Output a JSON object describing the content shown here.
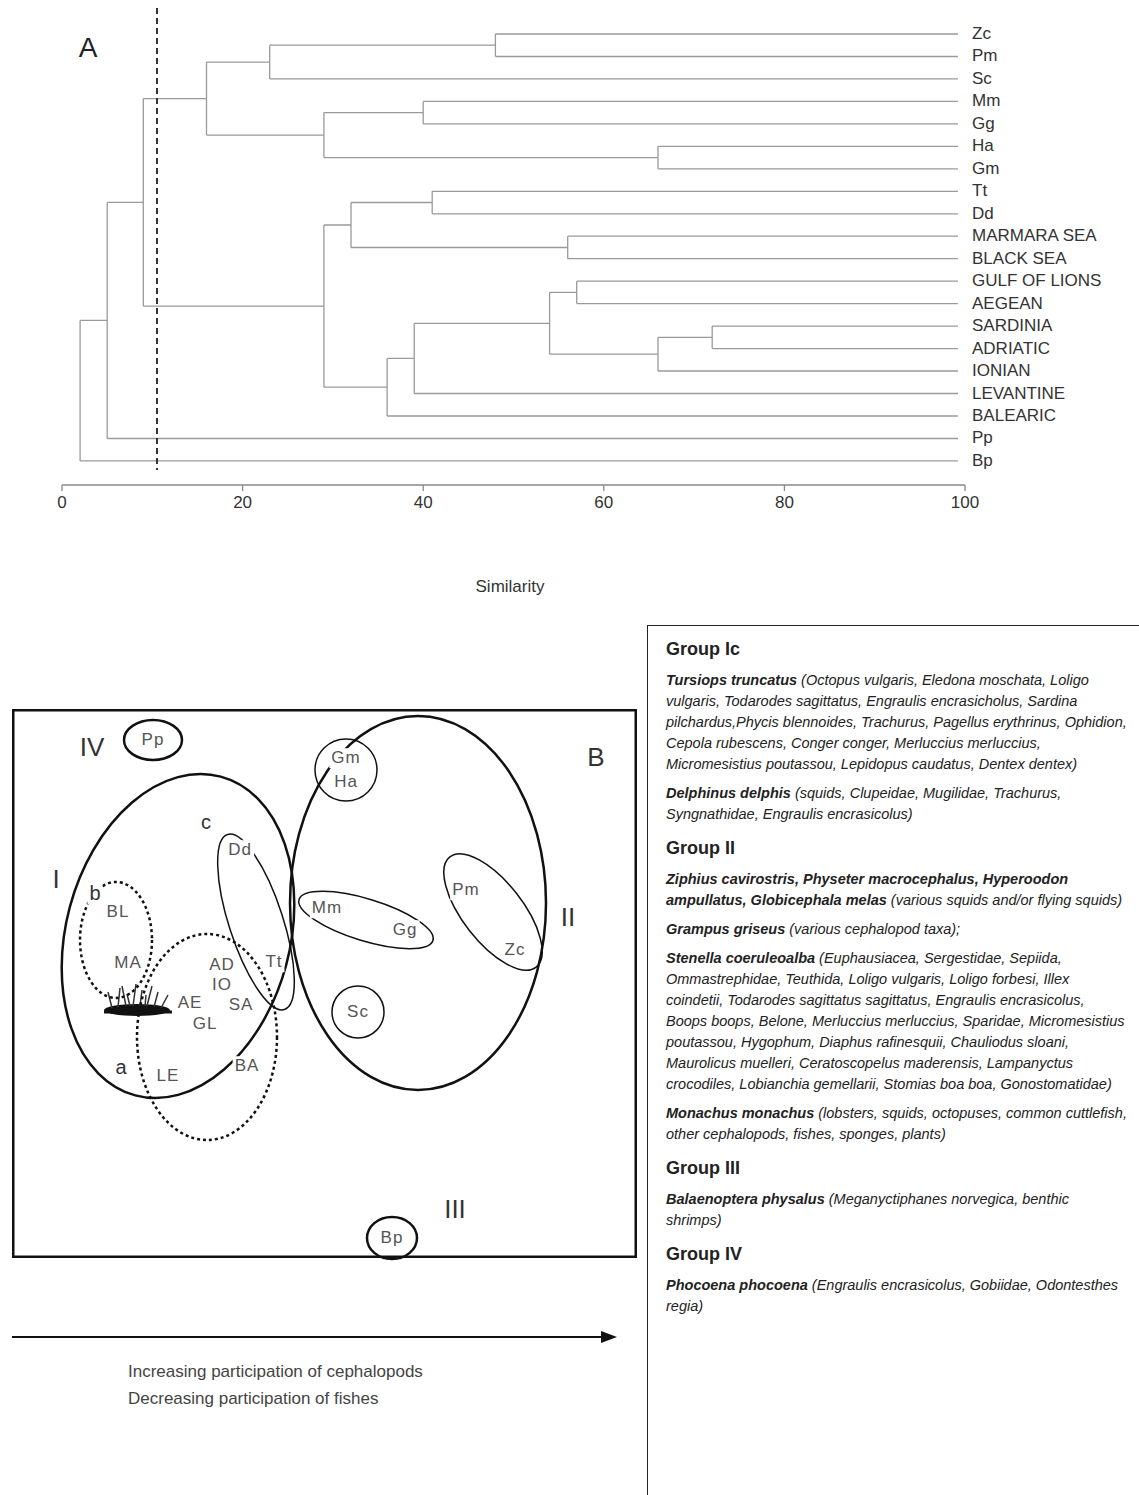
{
  "diagram": {
    "nodes": [
      {
        "text": [
          "B"
        ]
      },
      {
        "text": [
          "IV",
          "Pp"
        ],
        "in": 0
      },
      {
        "text": [
          "I"
        ],
        "in": 0
      },
      {
        "text": [
          "b",
          "BL",
          "MA"
        ],
        "in": 2
      },
      {
        "text": [
          "a",
          "AD",
          "IO",
          "AE",
          "SA",
          "GL",
          "LE",
          "BA"
        ],
        "in": 2
      },
      {
        "text": [
          "c",
          "Dd",
          "Tt"
        ],
        "in": 2
      },
      {
        "text": [
          "II"
        ],
        "in": 0
      },
      {
        "text": [
          "Gm",
          "Ha"
        ],
        "in": 6
      },
      {
        "text": [
          "Mm",
          "Gg"
        ],
        "in": 6
      },
      {
        "text": [
          "Pm",
          "Zc"
        ],
        "in": 6
      },
      {
        "text": [
          "Sc"
        ],
        "in": 6
      },
      {
        "text": [
          "III",
          "Bp"
        ],
        "in": 0
      },
      {
        "text": [
          "Group Ic",
          "Tursiops truncatus",
          "(Octopus vulgaris, Eledona moschata, Loligo vulgaris, Todarodes sagittatus, Engraulis encrasicholus, Sardina pilchardus,Phycis blennoides, Trachurus, Pagellus erythrinus, Ophidion, Cepola rubescens, Conger conger, Merluccius merluccius, Micromesistius poutassou, Lepidopus caudatus, Dentex dentex)",
          "Delphinus delphis",
          "(squids, Clupeidae, Mugilidae, Trachurus, Syngnathidae, Engraulis encrasicolus)",
          "Group II",
          "Ziphius cavirostris, Physeter macrocephalus, Hyperoodon ampullatus, Globicephala melas",
          "(various squids and/or flying squids)",
          "Grampus griseus",
          "(various cephalopod taxa);",
          "Stenella coeruleoalba",
          "(Euphausiacea, Sergestidae, Sepiida, Ommastrephidae, Teuthida, Loligo vulgaris, Loligo forbesi, Illex coindetii, Todarodes sagittatus sagittatus, Engraulis encrasicolus, Boops boops, Belone, Merluccius merluccius, Sparidae, Micromesistius poutassou, Hygophum, Diaphus rafinesquii, Chauliodus sloani, Maurolicus muelleri, Ceratoscopelus maderensis, Lampanyctus crocodiles, Lobianchia gemellarii, Stomias boa boa, Gonostomatidae)",
          "Monachus monachus",
          "(lobsters, squids, octopuses, common cuttlefish, other cephalopods, fishes, sponges, plants)",
          "Group III",
          "Balaenoptera physalus",
          "(Meganyctiphanes norvegica, benthic shrimps)",
          "Group IV",
          "Phocoena phocoena",
          "(Engraulis encrasicolus, Gobiidae, Odontesthes regia)"
        ]
      }
    ],
    "labels": [
      "A",
      "Zc",
      "Pm",
      "Sc",
      "Mm",
      "Gg",
      "Ha",
      "Gm",
      "Tt",
      "Dd",
      "MARMARA SEA",
      "BLACK SEA",
      "GULF OF LIONS",
      "AEGEAN",
      "SARDINIA",
      "ADRIATIC",
      "IONIAN",
      "LEVANTINE",
      "BALEARIC",
      "Pp",
      "Bp",
      "0",
      "20",
      "40",
      "60",
      "80",
      "100",
      "Similarity",
      "Increasing participation of cephalopods",
      "Decreasing participation of fishes"
    ]
  }
}
